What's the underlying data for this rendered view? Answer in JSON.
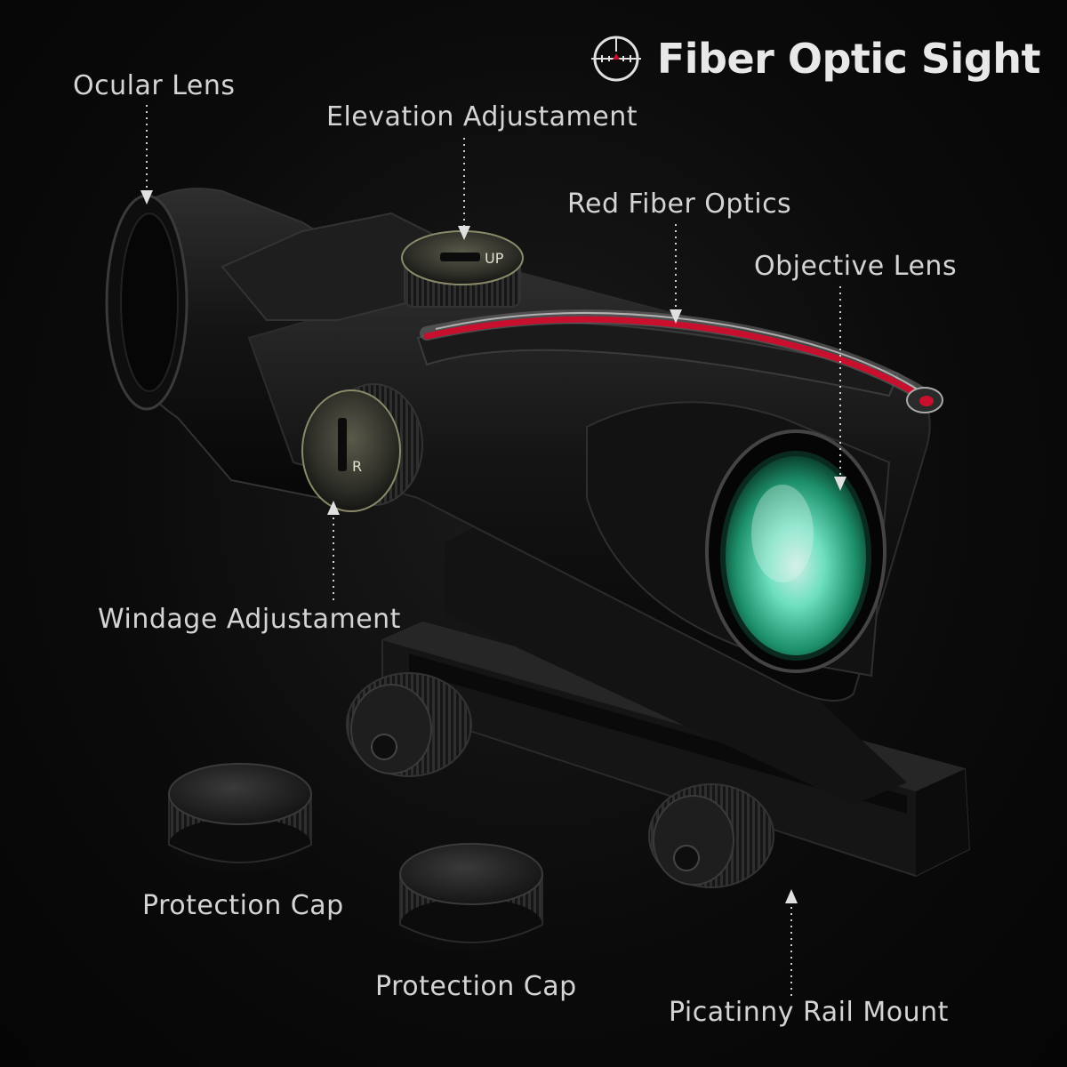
{
  "title": "Fiber Optic Sight",
  "title_icon": "reticle-icon",
  "labels": {
    "ocular_lens": "Ocular Lens",
    "elevation_adjustment": "Elevation Adjustament",
    "red_fiber_optics": "Red Fiber Optics",
    "objective_lens": "Objective Lens",
    "windage_adjustment": "Windage Adjustament",
    "protection_cap_1": "Protection Cap",
    "protection_cap_2": "Protection Cap",
    "picatinny_rail_mount": "Picatinny Rail Mount"
  },
  "knob_marks": {
    "elevation": "UP",
    "windage": "R"
  },
  "colors": {
    "background": "#0b0b0b",
    "text": "#d4d4d4",
    "fiber": "#c8102e",
    "lens": "#6fe0c0"
  }
}
